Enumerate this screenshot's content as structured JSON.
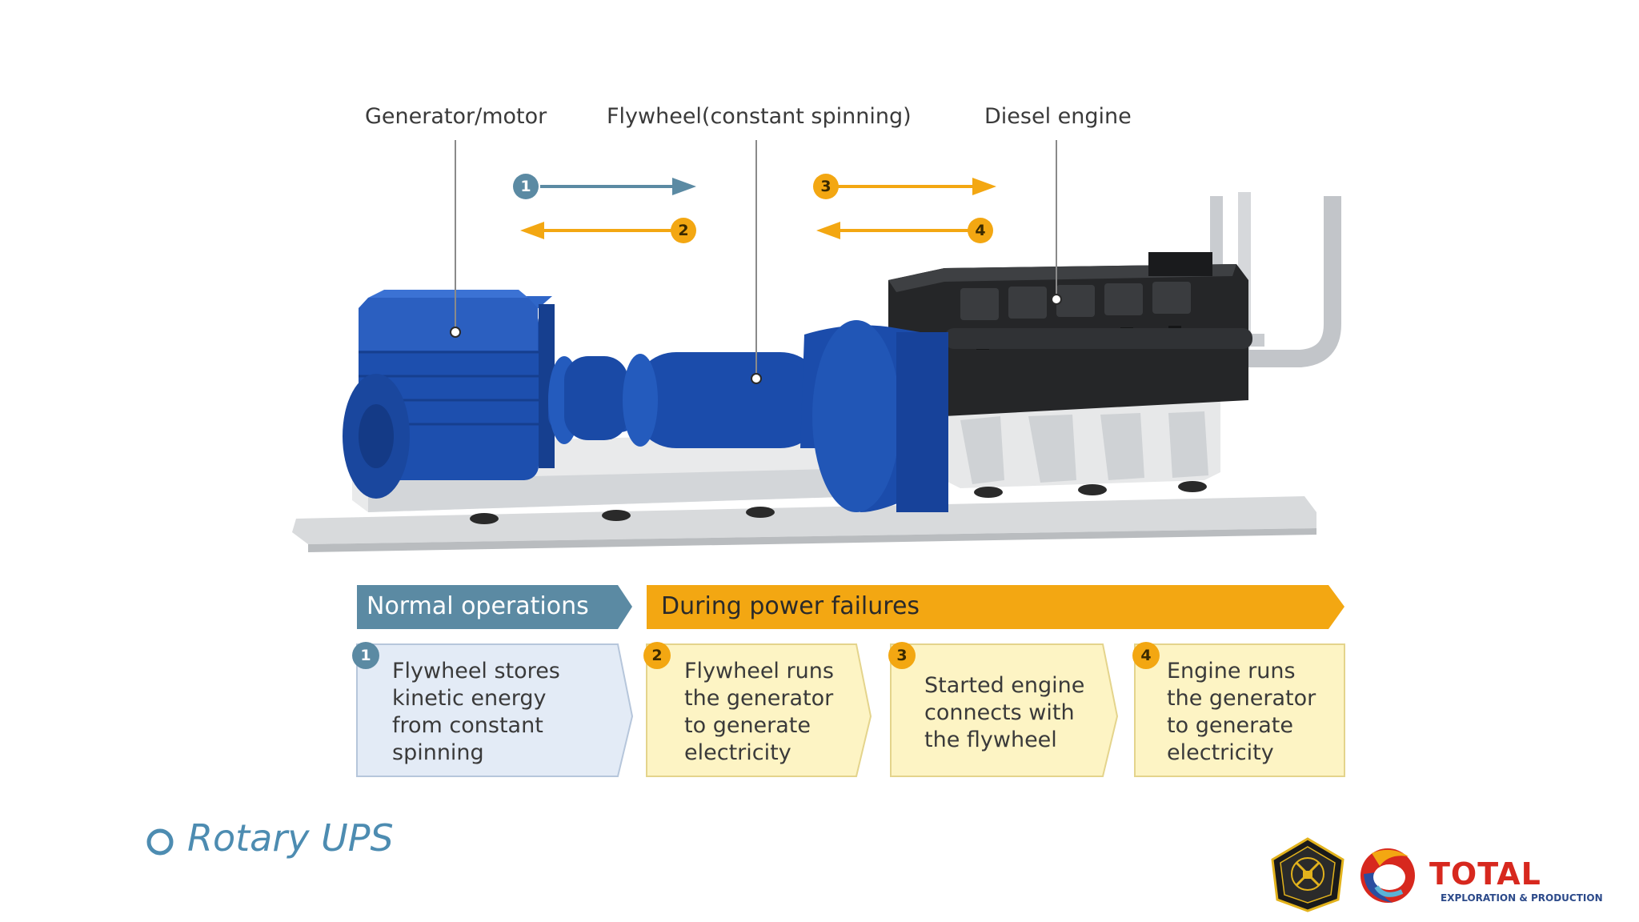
{
  "components": {
    "generator": "Generator/motor",
    "flywheel": "Flywheel(constant spinning)",
    "engine": "Diesel engine"
  },
  "arrows": [
    {
      "num": "1",
      "direction": "right",
      "color": "#5b8aa3"
    },
    {
      "num": "2",
      "direction": "left",
      "color": "#f3a712"
    },
    {
      "num": "3",
      "direction": "right",
      "color": "#f3a712"
    },
    {
      "num": "4",
      "direction": "left",
      "color": "#f3a712"
    }
  ],
  "banners": {
    "normal": "Normal operations",
    "failure": "During power failures"
  },
  "steps": [
    {
      "num": "1",
      "lines": [
        "Flywheel stores",
        "kinetic energy",
        "from constant",
        "spinning"
      ]
    },
    {
      "num": "2",
      "lines": [
        "Flywheel runs",
        "the generator",
        "to generate",
        "electricity"
      ]
    },
    {
      "num": "3",
      "lines": [
        "Started engine",
        "connects with",
        "the flywheel"
      ]
    },
    {
      "num": "4",
      "lines": [
        "Engine runs",
        "the generator",
        "to generate",
        "electricity"
      ]
    }
  ],
  "title": "Rotary UPS",
  "logo": {
    "brand": "TOTAL",
    "subtitle": "EXPLORATION & PRODUCTION"
  },
  "colors": {
    "blue_accent": "#5b8aa3",
    "orange_accent": "#f3a712",
    "title_blue": "#4d8cb1",
    "brand_red": "#d7281e"
  }
}
